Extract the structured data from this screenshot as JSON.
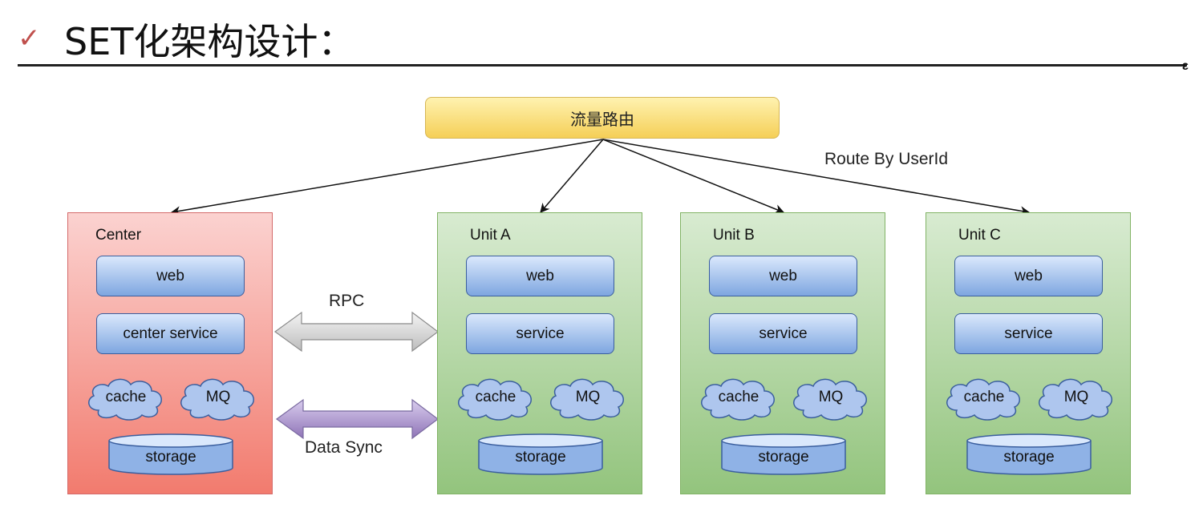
{
  "header": {
    "check_mark": "✓",
    "title": "SET化架构设计："
  },
  "router": {
    "label": "流量路由",
    "route_label": "Route By UserId"
  },
  "connectors": {
    "rpc_label": "RPC",
    "sync_label": "Data Sync"
  },
  "units": [
    {
      "title": "Center",
      "web": "web",
      "service": "center service",
      "cache": "cache",
      "mq": "MQ",
      "storage": "storage"
    },
    {
      "title": "Unit A",
      "web": "web",
      "service": "service",
      "cache": "cache",
      "mq": "MQ",
      "storage": "storage"
    },
    {
      "title": "Unit B",
      "web": "web",
      "service": "service",
      "cache": "cache",
      "mq": "MQ",
      "storage": "storage"
    },
    {
      "title": "Unit C",
      "web": "web",
      "service": "service",
      "cache": "cache",
      "mq": "MQ",
      "storage": "storage"
    }
  ],
  "colors": {
    "router_fill": "#f5cf57",
    "center_fill": "#f27b6e",
    "unit_fill": "#93c47d",
    "component_fill": "#7ea6e0",
    "rpc_arrow": "#d0d0d0",
    "sync_arrow": "#a58cc6"
  }
}
